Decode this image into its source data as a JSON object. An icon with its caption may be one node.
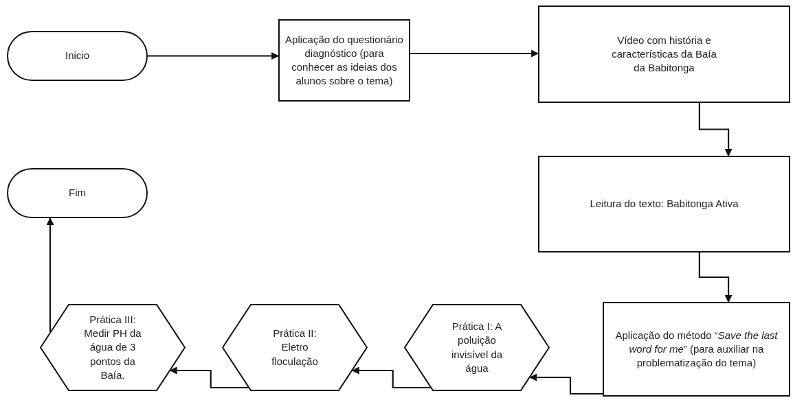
{
  "diagram": {
    "nodes": [
      {
        "text": [
          "Inicio"
        ]
      },
      {
        "text": [
          "Aplicação do questionário diagnóstico (para conhecer as ideias dos alunos sobre o tema)"
        ]
      },
      {
        "text": [
          "Vídeo com história e características da Baía da Babitonga"
        ]
      },
      {
        "text": [
          "Fim"
        ]
      },
      {
        "text": [
          "Leitura do texto: Babitonga Ativa"
        ]
      },
      {
        "text": [
          "Aplicação do método “*Save the last word for me*” (para auxiliar na problematização do tema)"
        ]
      },
      {
        "text": [
          "Prática I: A poluição invisível da água"
        ]
      },
      {
        "text": [
          "Prática II: Eletro floculação"
        ]
      },
      {
        "text": [
          "Prática III: Medir PH da água de 3 pontos da Baía."
        ]
      }
    ],
    "edges": [
      {
        "from": 0,
        "to": 1,
        "arrow": "to"
      },
      {
        "from": 1,
        "to": 2,
        "arrow": "to"
      },
      {
        "from": 2,
        "to": 4,
        "arrow": "to"
      },
      {
        "from": 4,
        "to": 5,
        "arrow": "to"
      },
      {
        "from": 5,
        "to": 6,
        "arrow": "to"
      },
      {
        "from": 6,
        "to": 7,
        "arrow": "to"
      },
      {
        "from": 7,
        "to": 8,
        "arrow": "to"
      },
      {
        "from": 8,
        "to": 3,
        "arrow": "to"
      }
    ]
  }
}
